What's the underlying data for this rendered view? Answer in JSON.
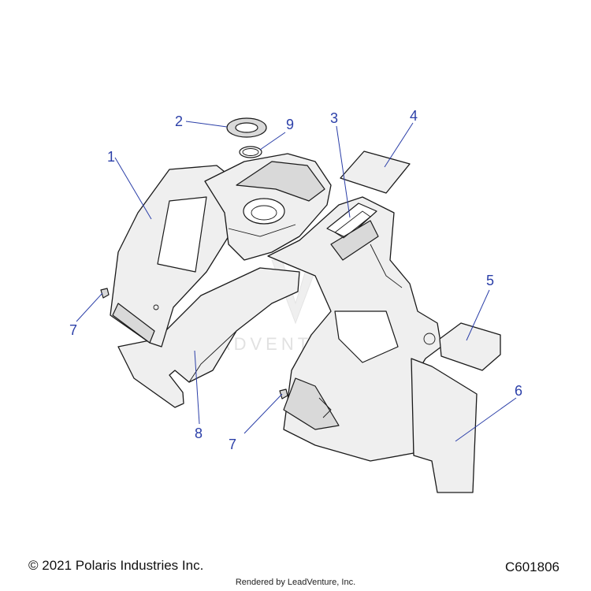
{
  "diagram": {
    "callouts": [
      {
        "id": "1",
        "label": "1"
      },
      {
        "id": "2",
        "label": "2"
      },
      {
        "id": "9",
        "label": "9"
      },
      {
        "id": "3",
        "label": "3"
      },
      {
        "id": "4",
        "label": "4"
      },
      {
        "id": "5",
        "label": "5"
      },
      {
        "id": "7a",
        "label": "7"
      },
      {
        "id": "6",
        "label": "6"
      },
      {
        "id": "8",
        "label": "8"
      },
      {
        "id": "7b",
        "label": "7"
      }
    ],
    "watermark": "LEADVENTURE",
    "line_color": "#2b3fa8"
  },
  "footer": {
    "copyright": "© 2021 Polaris Industries Inc.",
    "diagram_id": "C601806",
    "rendered_by": "Rendered by LeadVenture, Inc."
  }
}
